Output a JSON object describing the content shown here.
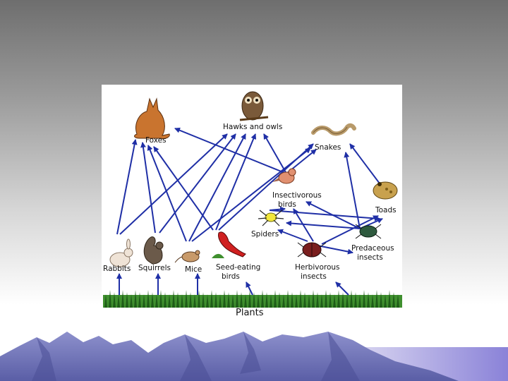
{
  "diagram": {
    "nodes": [
      {
        "id": "plants",
        "label": "Plants",
        "icon": "grass-icon"
      },
      {
        "id": "rabbits",
        "label": "Rabbits",
        "icon": "rabbit-icon"
      },
      {
        "id": "squirrels",
        "label": "Squirrels",
        "icon": "squirrel-icon"
      },
      {
        "id": "mice",
        "label": "Mice",
        "icon": "mouse-icon"
      },
      {
        "id": "seed_birds",
        "label": "Seed-eating birds",
        "lines": [
          "Seed-eating",
          "birds"
        ],
        "icon": "cardinal-icon"
      },
      {
        "id": "herb_insects",
        "label": "Herbivorous insects",
        "lines": [
          "Herbivorous",
          "insects"
        ],
        "icon": "beetle-icon"
      },
      {
        "id": "pred_insects",
        "label": "Predaceous insects",
        "lines": [
          "Predaceous",
          "insects"
        ],
        "icon": "ground-beetle-icon"
      },
      {
        "id": "spiders",
        "label": "Spiders",
        "icon": "spider-icon"
      },
      {
        "id": "insect_birds",
        "label": "Insectivorous birds",
        "lines": [
          "Insectivorous",
          "birds"
        ],
        "icon": "small-bird-icon"
      },
      {
        "id": "toads",
        "label": "Toads",
        "icon": "toad-icon"
      },
      {
        "id": "snakes",
        "label": "Snakes",
        "icon": "snake-icon"
      },
      {
        "id": "hawks_owls",
        "label": "Hawks and owls",
        "icon": "owl-icon"
      },
      {
        "id": "foxes",
        "label": "Foxes",
        "icon": "fox-icon"
      }
    ],
    "edges": [
      {
        "from": "plants",
        "to": "rabbits"
      },
      {
        "from": "plants",
        "to": "squirrels"
      },
      {
        "from": "plants",
        "to": "mice"
      },
      {
        "from": "plants",
        "to": "seed_birds"
      },
      {
        "from": "plants",
        "to": "herb_insects"
      },
      {
        "from": "rabbits",
        "to": "foxes"
      },
      {
        "from": "rabbits",
        "to": "hawks_owls"
      },
      {
        "from": "squirrels",
        "to": "foxes"
      },
      {
        "from": "squirrels",
        "to": "hawks_owls"
      },
      {
        "from": "mice",
        "to": "foxes"
      },
      {
        "from": "mice",
        "to": "hawks_owls"
      },
      {
        "from": "mice",
        "to": "snakes"
      },
      {
        "from": "seed_birds",
        "to": "foxes"
      },
      {
        "from": "seed_birds",
        "to": "hawks_owls"
      },
      {
        "from": "seed_birds",
        "to": "snakes"
      },
      {
        "from": "insect_birds",
        "to": "foxes"
      },
      {
        "from": "insect_birds",
        "to": "hawks_owls"
      },
      {
        "from": "insect_birds",
        "to": "snakes"
      },
      {
        "from": "spiders",
        "to": "insect_birds"
      },
      {
        "from": "spiders",
        "to": "toads"
      },
      {
        "from": "herb_insects",
        "to": "insect_birds"
      },
      {
        "from": "herb_insects",
        "to": "spiders"
      },
      {
        "from": "herb_insects",
        "to": "pred_insects"
      },
      {
        "from": "herb_insects",
        "to": "toads"
      },
      {
        "from": "pred_insects",
        "to": "insect_birds"
      },
      {
        "from": "pred_insects",
        "to": "spiders"
      },
      {
        "from": "pred_insects",
        "to": "toads"
      },
      {
        "from": "pred_insects",
        "to": "snakes"
      },
      {
        "from": "toads",
        "to": "snakes"
      }
    ]
  },
  "colors": {
    "arrow": "#1f2fa6",
    "mountain": "#6f73b8",
    "mountain_shadow": "#4b4f95"
  }
}
